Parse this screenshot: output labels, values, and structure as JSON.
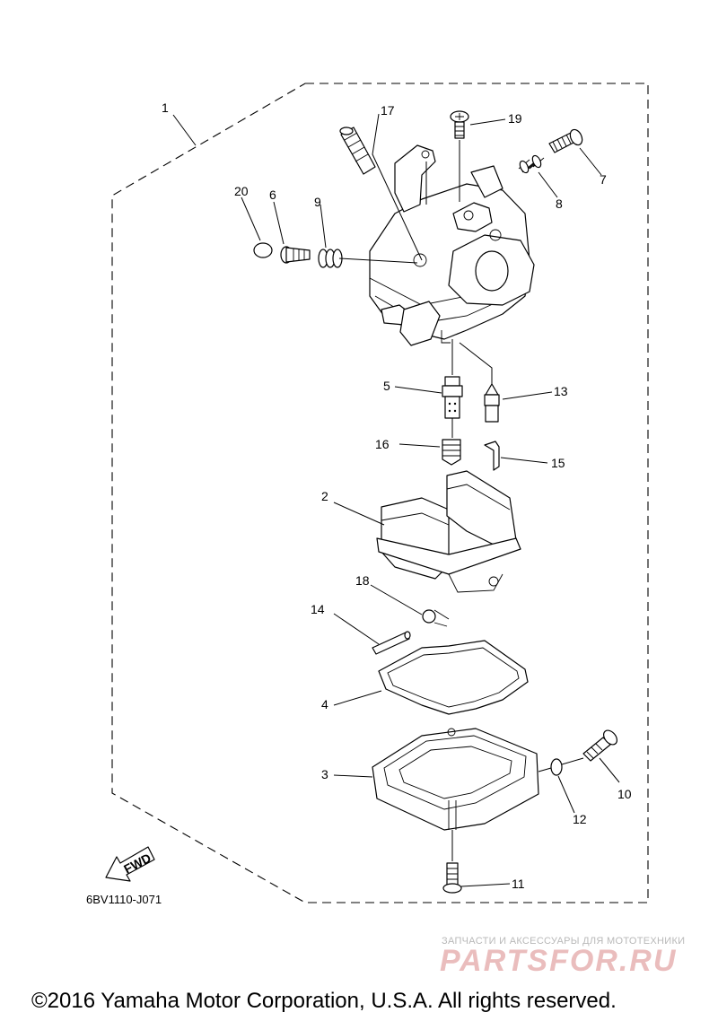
{
  "labels": {
    "p1": "1",
    "p2": "2",
    "p3": "3",
    "p4": "4",
    "p5": "5",
    "p6": "6",
    "p7": "7",
    "p8": "8",
    "p9": "9",
    "p10": "10",
    "p11": "11",
    "p12": "12",
    "p13": "13",
    "p14": "14",
    "p15": "15",
    "p16": "16",
    "p17": "17",
    "p18": "18",
    "p19": "19",
    "p20": "20"
  },
  "fwd_label": "FWD",
  "diagram_code": "6BV1110-J071",
  "watermark": {
    "tagline": "ЗАПЧАСТИ И АКСЕССУАРЫ ДЛЯ МОТОТЕХНИКИ",
    "brand": "PARTSFOR.RU"
  },
  "copyright": "©2016 Yamaha Motor Corporation, U.S.A. All rights reserved."
}
